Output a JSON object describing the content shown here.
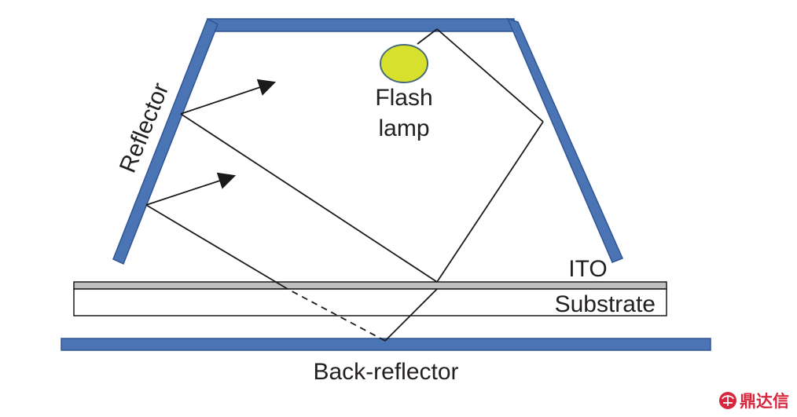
{
  "diagram": {
    "labels": {
      "reflector": "Reflector",
      "flash_lamp_line1": "Flash",
      "flash_lamp_line2": "lamp",
      "ito": "ITO",
      "substrate": "Substrate",
      "back_reflector": "Back-reflector"
    },
    "colors": {
      "reflector": "#4a74b4",
      "reflector_outline": "#2f5597",
      "lamp_fill": "#d6e02d",
      "lamp_outline": "#4a6b7a",
      "ito_fill": "#bfbfbf",
      "ray": "#1a1a1a"
    }
  },
  "watermark": {
    "logo_text": "鼎达信"
  }
}
